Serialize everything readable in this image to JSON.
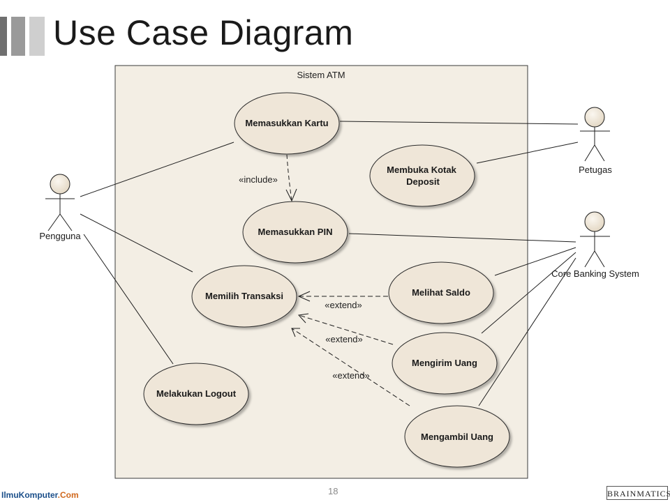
{
  "slide": {
    "title": "Use Case Diagram",
    "page_number": "18"
  },
  "footer": {
    "left_brand": "IlmuKomputer",
    "left_suffix": ".Com",
    "right_brand": "BRAINMATICS"
  },
  "diagram": {
    "system_name": "Sistem ATM",
    "colors": {
      "system_fill": "#f3eee4",
      "usecase_fill": "#efe6d8",
      "actor_head": "#efe6d8",
      "line": "#1e1e1e"
    },
    "actors": [
      {
        "id": "pengguna",
        "name": "Pengguna"
      },
      {
        "id": "petugas",
        "name": "Petugas"
      },
      {
        "id": "core",
        "name": "Core Banking System"
      }
    ],
    "use_cases": [
      {
        "id": "kartu",
        "lines": [
          "Memasukkan Kartu"
        ]
      },
      {
        "id": "kotak",
        "lines": [
          "Membuka Kotak",
          "Deposit"
        ]
      },
      {
        "id": "pin",
        "lines": [
          "Memasukkan PIN"
        ]
      },
      {
        "id": "transaksi",
        "lines": [
          "Memilih Transaksi"
        ]
      },
      {
        "id": "saldo",
        "lines": [
          "Melihat Saldo"
        ]
      },
      {
        "id": "kirim",
        "lines": [
          "Mengirim Uang"
        ]
      },
      {
        "id": "logout",
        "lines": [
          "Melakukan Logout"
        ]
      },
      {
        "id": "ambil",
        "lines": [
          "Mengambil Uang"
        ]
      }
    ],
    "associations": [
      [
        "pengguna",
        "kartu"
      ],
      [
        "pengguna",
        "transaksi"
      ],
      [
        "pengguna",
        "logout"
      ],
      [
        "petugas",
        "kartu"
      ],
      [
        "petugas",
        "kotak"
      ],
      [
        "core",
        "pin"
      ],
      [
        "core",
        "saldo"
      ],
      [
        "core",
        "kirim"
      ],
      [
        "core",
        "ambil"
      ]
    ],
    "relations": [
      {
        "from": "kartu",
        "to": "pin",
        "label": "«include»"
      },
      {
        "from": "saldo",
        "to": "transaksi",
        "label": "«extend»"
      },
      {
        "from": "kirim",
        "to": "transaksi",
        "label": "«extend»"
      },
      {
        "from": "ambil",
        "to": "transaksi",
        "label": "«extend»"
      }
    ]
  }
}
